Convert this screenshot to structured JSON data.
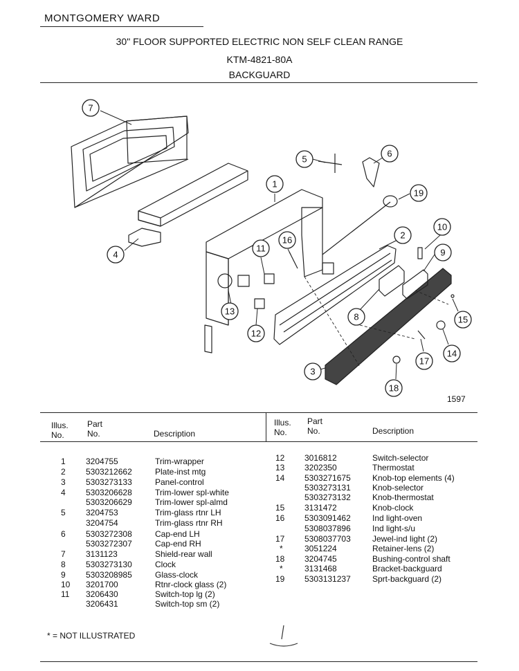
{
  "header": {
    "brand": "MONTGOMERY WARD",
    "title": "30\" FLOOR SUPPORTED ELECTRIC NON SELF CLEAN RANGE",
    "model": "KTM-4821-80A",
    "section": "BACKGUARD"
  },
  "diagram": {
    "figure_number": "1597",
    "callouts": [
      "1",
      "2",
      "3",
      "4",
      "5",
      "6",
      "7",
      "8",
      "9",
      "10",
      "11",
      "12",
      "13",
      "14",
      "15",
      "16",
      "17",
      "18",
      "19"
    ]
  },
  "table": {
    "headers": {
      "illus": "Illus.",
      "no": "No.",
      "part": "Part",
      "description": "Description"
    },
    "left": [
      {
        "illus": "1",
        "part": "3204755",
        "desc": "Trim-wrapper"
      },
      {
        "illus": "2",
        "part": "5303212662",
        "desc": "Plate-inst mtg"
      },
      {
        "illus": "3",
        "part": "5303273133",
        "desc": "Panel-control"
      },
      {
        "illus": "4",
        "part": "5303206628",
        "desc": "Trim-lower spl-white"
      },
      {
        "illus": "",
        "part": "5303206629",
        "desc": "Trim-lower spl-almd"
      },
      {
        "illus": "5",
        "part": "3204753",
        "desc": "Trim-glass rtnr LH"
      },
      {
        "illus": "",
        "part": "3204754",
        "desc": "Trim-glass rtnr RH"
      },
      {
        "illus": "6",
        "part": "5303272308",
        "desc": "Cap-end LH"
      },
      {
        "illus": "",
        "part": "5303272307",
        "desc": "Cap-end RH"
      },
      {
        "illus": "7",
        "part": "3131123",
        "desc": "Shield-rear wall"
      },
      {
        "illus": "8",
        "part": "5303273130",
        "desc": "Clock"
      },
      {
        "illus": "9",
        "part": "5303208985",
        "desc": "Glass-clock"
      },
      {
        "illus": "10",
        "part": "3201700",
        "desc": "Rtnr-clock glass (2)"
      },
      {
        "illus": "11",
        "part": "3206430",
        "desc": "Switch-top lg (2)"
      },
      {
        "illus": "",
        "part": "3206431",
        "desc": "Switch-top sm (2)"
      }
    ],
    "right": [
      {
        "illus": "12",
        "part": "3016812",
        "desc": "Switch-selector"
      },
      {
        "illus": "13",
        "part": "3202350",
        "desc": "Thermostat"
      },
      {
        "illus": "14",
        "part": "5303271675",
        "desc": "Knob-top elements (4)"
      },
      {
        "illus": "",
        "part": "5303273131",
        "desc": "Knob-selector"
      },
      {
        "illus": "",
        "part": "5303273132",
        "desc": "Knob-thermostat"
      },
      {
        "illus": "15",
        "part": "3131472",
        "desc": "Knob-clock"
      },
      {
        "illus": "16",
        "part": "5303091462",
        "desc": "Ind light-oven"
      },
      {
        "illus": "",
        "part": "5308037896",
        "desc": "Ind light-s/u"
      },
      {
        "illus": "17",
        "part": "5308037703",
        "desc": "Jewel-ind light (2)"
      },
      {
        "illus": "*",
        "part": "3051224",
        "desc": "Retainer-lens (2)"
      },
      {
        "illus": "18",
        "part": "3204745",
        "desc": "Bushing-control shaft"
      },
      {
        "illus": "*",
        "part": "3131468",
        "desc": "Bracket-backguard"
      },
      {
        "illus": "19",
        "part": "5303131237",
        "desc": "Sprt-backguard (2)"
      }
    ]
  },
  "footnote": "* = NOT ILLUSTRATED"
}
